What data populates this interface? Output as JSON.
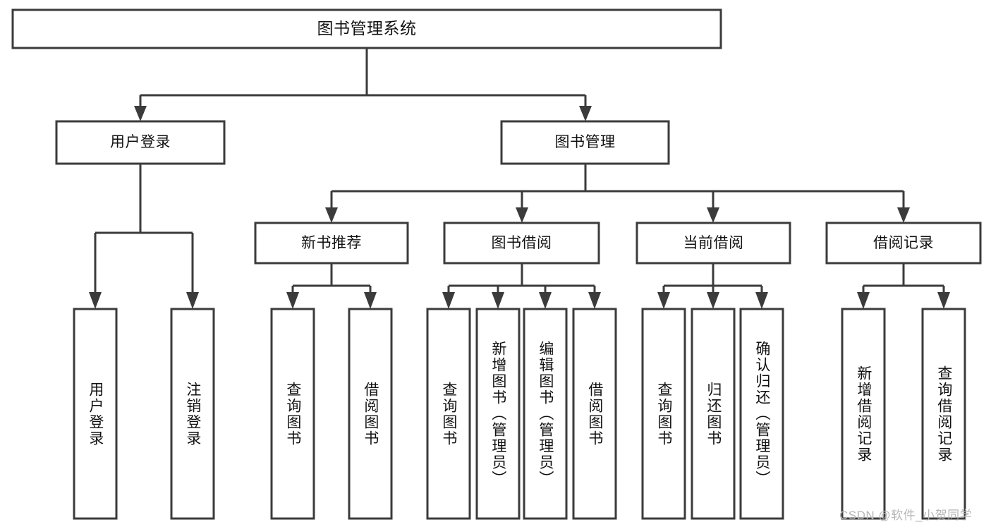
{
  "diagram": {
    "type": "hierarchy-tree",
    "title": "图书管理系统",
    "watermark": "CSDN @软件_小贺同学",
    "colors": {
      "stroke": "#3b3b3b",
      "fill": "#ffffff",
      "text": "#111111",
      "watermark": "#b6b6b6"
    },
    "nodes": {
      "root": {
        "label": "图书管理系统"
      },
      "level2": [
        {
          "label": "用户登录"
        },
        {
          "label": "图书管理"
        }
      ],
      "level3": [
        {
          "label": "新书推荐"
        },
        {
          "label": "图书借阅"
        },
        {
          "label": "当前借阅"
        },
        {
          "label": "借阅记录"
        }
      ],
      "leaves_user_login": [
        {
          "label": "用户登录"
        },
        {
          "label": "注销登录"
        }
      ],
      "leaves_new_book": [
        {
          "label": "查询图书"
        },
        {
          "label": "借阅图书"
        }
      ],
      "leaves_borrow": [
        {
          "label": "查询图书"
        },
        {
          "label": "新增图书（管理员）"
        },
        {
          "label": "编辑图书（管理员）"
        },
        {
          "label": "借阅图书"
        }
      ],
      "leaves_current": [
        {
          "label": "查询图书"
        },
        {
          "label": "归还图书"
        },
        {
          "label": "确认归还（管理员）"
        }
      ],
      "leaves_record": [
        {
          "label": "新增借阅记录"
        },
        {
          "label": "查询借阅记录"
        }
      ]
    }
  }
}
